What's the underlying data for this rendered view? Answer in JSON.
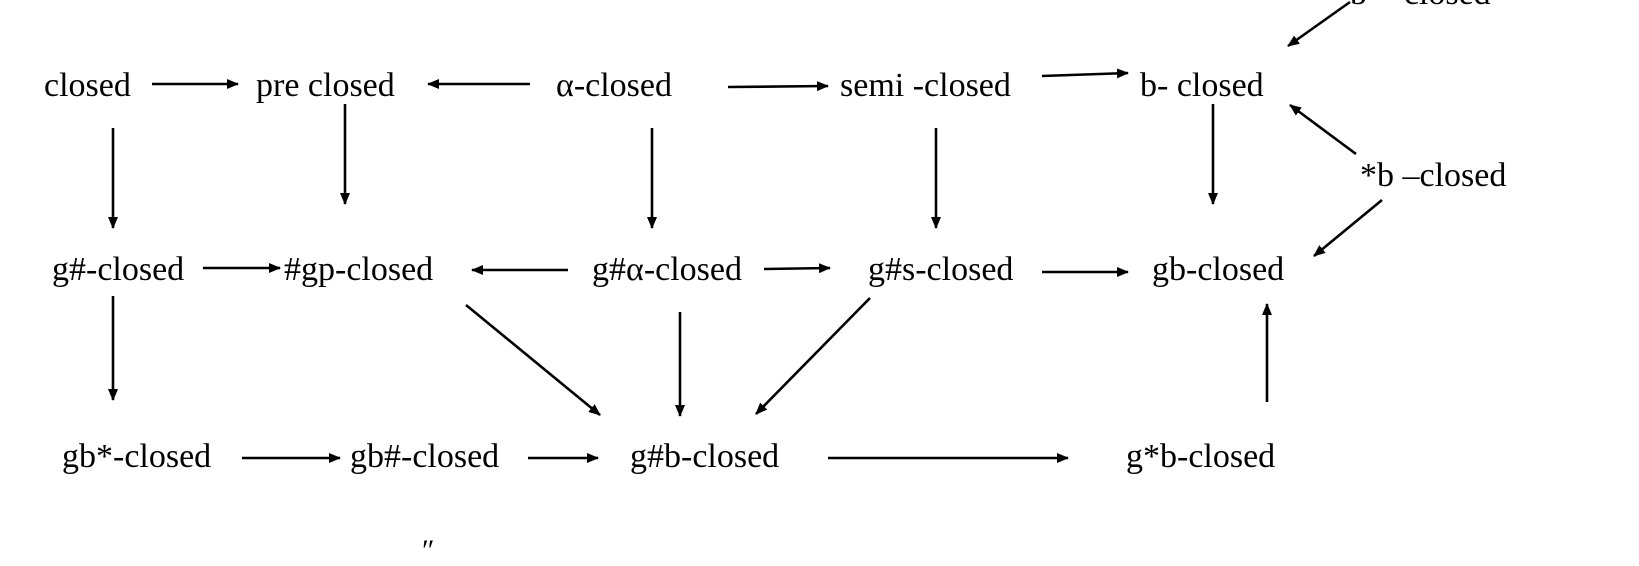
{
  "nodes": {
    "closed": "closed",
    "pre_closed": "pre closed",
    "alpha_closed": "α-closed",
    "semi_closed": "semi -closed",
    "b_closed": "b- closed",
    "b_star_closed_top": "b* -closed",
    "star_b_closed": "*b –closed",
    "g_sharp_closed": "g#-closed",
    "sharp_gp_closed": "#gp-closed",
    "g_sharp_alpha_closed": "g#α-closed",
    "g_sharp_s_closed": "g#s-closed",
    "gb_closed": "gb-closed",
    "gb_star_closed": "gb*-closed",
    "gb_sharp_closed": "gb#-closed",
    "g_sharp_b_closed": "g#b-closed",
    "g_star_b_closed": "g*b-closed"
  },
  "stray_mark": "″",
  "edges": [
    [
      "closed",
      "pre_closed"
    ],
    [
      "alpha_closed",
      "pre_closed"
    ],
    [
      "alpha_closed",
      "semi_closed"
    ],
    [
      "semi_closed",
      "b_closed"
    ],
    [
      "b_star_closed_top",
      "b_closed"
    ],
    [
      "star_b_closed",
      "b_closed"
    ],
    [
      "star_b_closed",
      "gb_closed"
    ],
    [
      "closed",
      "g_sharp_closed"
    ],
    [
      "pre_closed",
      "sharp_gp_closed"
    ],
    [
      "alpha_closed",
      "g_sharp_alpha_closed"
    ],
    [
      "semi_closed",
      "g_sharp_s_closed"
    ],
    [
      "b_closed",
      "gb_closed"
    ],
    [
      "g_sharp_closed",
      "sharp_gp_closed"
    ],
    [
      "g_sharp_alpha_closed",
      "sharp_gp_closed"
    ],
    [
      "g_sharp_alpha_closed",
      "g_sharp_s_closed"
    ],
    [
      "g_sharp_s_closed",
      "gb_closed"
    ],
    [
      "g_sharp_closed",
      "gb_star_closed"
    ],
    [
      "sharp_gp_closed",
      "g_sharp_b_closed"
    ],
    [
      "g_sharp_alpha_closed",
      "g_sharp_b_closed"
    ],
    [
      "g_sharp_s_closed",
      "g_sharp_b_closed"
    ],
    [
      "gb_star_closed",
      "gb_sharp_closed"
    ],
    [
      "gb_sharp_closed",
      "g_sharp_b_closed"
    ],
    [
      "g_sharp_b_closed",
      "g_star_b_closed"
    ],
    [
      "g_star_b_closed",
      "gb_closed"
    ]
  ]
}
